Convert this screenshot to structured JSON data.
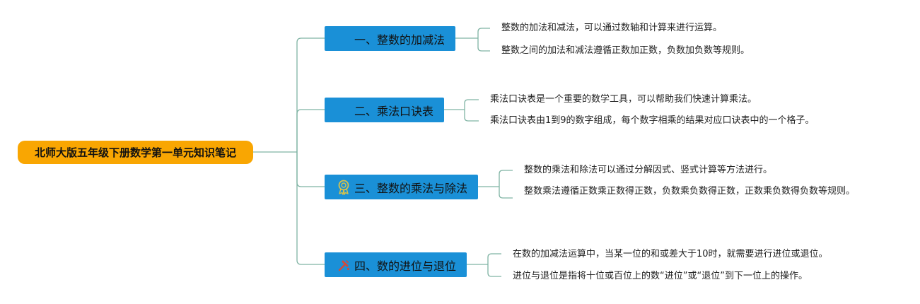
{
  "root": {
    "title": "北师大版五年级下册数学第一单元知识笔记"
  },
  "branches": [
    {
      "label": "一、整数的加减法",
      "icon": "",
      "leaves": [
        "整数的加法和减法，可以通过数轴和计算来进行运算。",
        "整数之间的加法和减法遵循正数加正数，负数加负数等规则。"
      ]
    },
    {
      "label": "二、乘法口诀表",
      "icon": "",
      "leaves": [
        "乘法口诀表是一个重要的数学工具，可以帮助我们快速计算乘法。",
        "乘法口诀表由1到9的数字组成，每个数字相乘的结果对应口诀表中的一个格子。"
      ]
    },
    {
      "label": "三、整数的乘法与除法",
      "icon": "award-ribbon-icon",
      "leaves": [
        "整数的乘法和除法可以通过分解因式、竖式计算等方法进行。",
        "整数乘法遵循正数乘正数得正数，负数乘负数得正数，正数乘负数得负数等规则。"
      ]
    },
    {
      "label": "四、数的进位与退位",
      "icon": "hammer-icon",
      "leaves": [
        "在数的加减法运算中，当某一位的和或差大于10时，就需要进行进位或退位。",
        "进位与退位是指将十位或百位上的数“进位”或“退位”到下一位上的操作。"
      ]
    }
  ],
  "colors": {
    "root_fill": "#f9a602",
    "branch_fill": "#1a90d7",
    "connector": "#7fb3a3",
    "icon_award": "#c9b23a",
    "icon_hammer": "#d24a3a"
  }
}
